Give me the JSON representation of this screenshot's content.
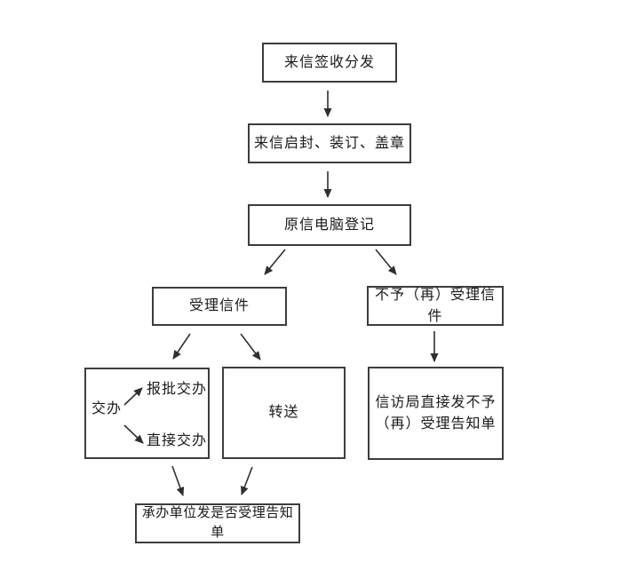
{
  "boxes": {
    "sign_in": {
      "label": "来信签收分发"
    },
    "open_bind_stamp": {
      "label": "来信启封、装订、盖章"
    },
    "computer_register": {
      "label": "原信电脑登记"
    },
    "accept": {
      "label": "受理信件"
    },
    "not_accept": {
      "label": "不予（再）受理信件"
    },
    "assign": {
      "label": "交办",
      "branch_top": "报批交办",
      "branch_bottom": "直接交办"
    },
    "transfer": {
      "label": "转送"
    },
    "bureau_notice": {
      "line1": "信访局直接发不予",
      "line2": "（再）受理告知单"
    },
    "unit_notice": {
      "label": "承办单位发是否受理告知单"
    }
  },
  "colors": {
    "background": "#ffffff",
    "box_border": "#3d3d3d",
    "text": "#1a1a1a",
    "arrow": "#2f2f2f"
  }
}
